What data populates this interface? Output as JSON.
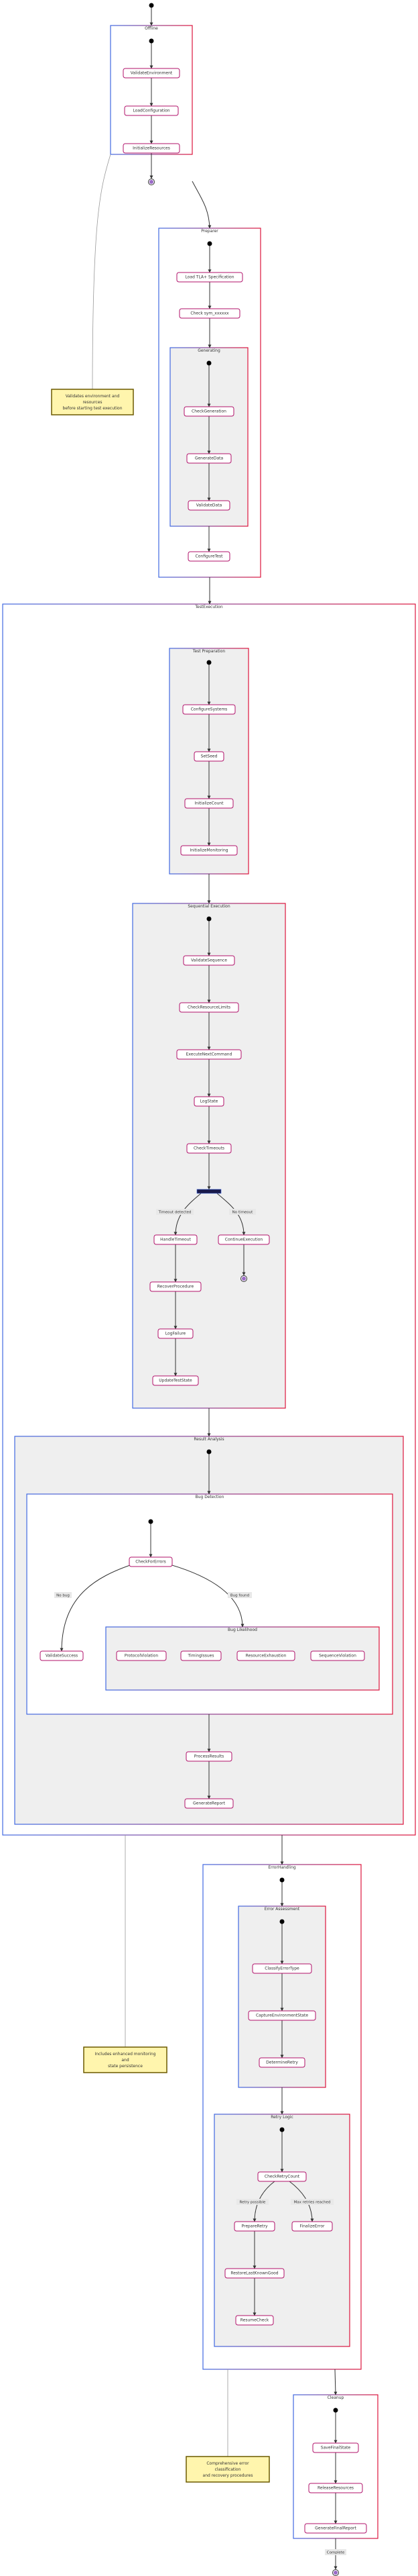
{
  "diagram": {
    "clusters": {
      "offline": "Offline",
      "preparer": "Preparer",
      "generating": "Generating",
      "testexecution": "TestExecution",
      "testpreparation": "Test Preparation",
      "sequentialexecution": "Sequential Execution",
      "resultanalysis": "Result Analysis",
      "bugdetection": "Bug Detection",
      "buglikelihood": "Bug Likelihood",
      "errorhandling": "ErrorHandling",
      "errorassessment": "Error Assessment",
      "retrylogic": "Retry Logic",
      "cleanup": "Cleanup"
    },
    "states": {
      "validate_env": "ValidateEnvironment",
      "load_config": "LoadConfiguration",
      "init_resources": "InitializeResources",
      "load_tla_spec": "Load TLA+ Specification",
      "check_sym": "Check sym_xxxxxx",
      "check_generation": "CheckGeneration",
      "generate_data": "GenerateData",
      "validate_data": "ValidateData",
      "configure_test": "ConfigureTest",
      "config_systems": "ConfigureSystems",
      "set_seed": "SetSeed",
      "initialize_count": "InitializeCount",
      "initialize_monitoring": "InitializeMonitoring",
      "validate_sequence": "ValidateSequence",
      "check_resource_limits": "CheckResourceLimits",
      "execute_next_command": "ExecuteNextCommand",
      "log_state": "LogState",
      "check_timeouts": "CheckTimeouts",
      "handle_timeout": "HandleTimeout",
      "continue_execution": "ContinueExecution",
      "recover_procedure": "RecoverProcedure",
      "log_failure": "LogFailure",
      "update_test_state": "UpdateTestState",
      "check_for_errors": "CheckForErrors",
      "validate_success": "ValidateSuccess",
      "protocol_violation": "ProtocolViolation",
      "timing_issues": "TimingIssues",
      "resource_exhaustion": "ResourceExhaustion",
      "sequence_violation": "SequenceViolation",
      "process_results": "ProcessResults",
      "generate_report": "GenerateReport",
      "classify_error_type": "ClassifyErrorType",
      "capture_env_state": "CaptureEnvironmentState",
      "determine_retry": "DetermineRetry",
      "check_retry_count": "CheckRetryCount",
      "prepare_retry": "PrepareRetry",
      "finalize_error": "FinalizeError",
      "restore_last_known": "RestoreLastKnownGood",
      "resume_check": "ResumeCheck",
      "save_final_state": "SaveFinalState",
      "release_resources": "ReleaseResources",
      "generate_final_report": "GenerateFinalReport"
    },
    "edge_labels": {
      "timeout_detected": "Timeout detected",
      "no_timeout": "No timeout",
      "no_bug": "No bug",
      "bug_found": "Bug found",
      "retry_possible": "Retry possible",
      "max_retries": "Max retries reached",
      "complete": "Complete"
    },
    "notes": {
      "prep_line1": "Validates environment and",
      "prep_line2": "resources",
      "prep_line3": "before starting test execution",
      "exec_line1": "Includes enhanced monitoring",
      "exec_line2": "and",
      "exec_line3": "state persistence",
      "err_line1": "Comprehensive error",
      "err_line2": "classification",
      "err_line3": "and recovery procedures"
    },
    "colors": {
      "outer_cluster_left": "#4169e1",
      "outer_cluster_right": "#dc143c",
      "state_border": "#b0106a",
      "note_fill": "#fff5ad",
      "end_fill": "#9b6bc7",
      "fork_bar": "#1a1a4a"
    }
  }
}
